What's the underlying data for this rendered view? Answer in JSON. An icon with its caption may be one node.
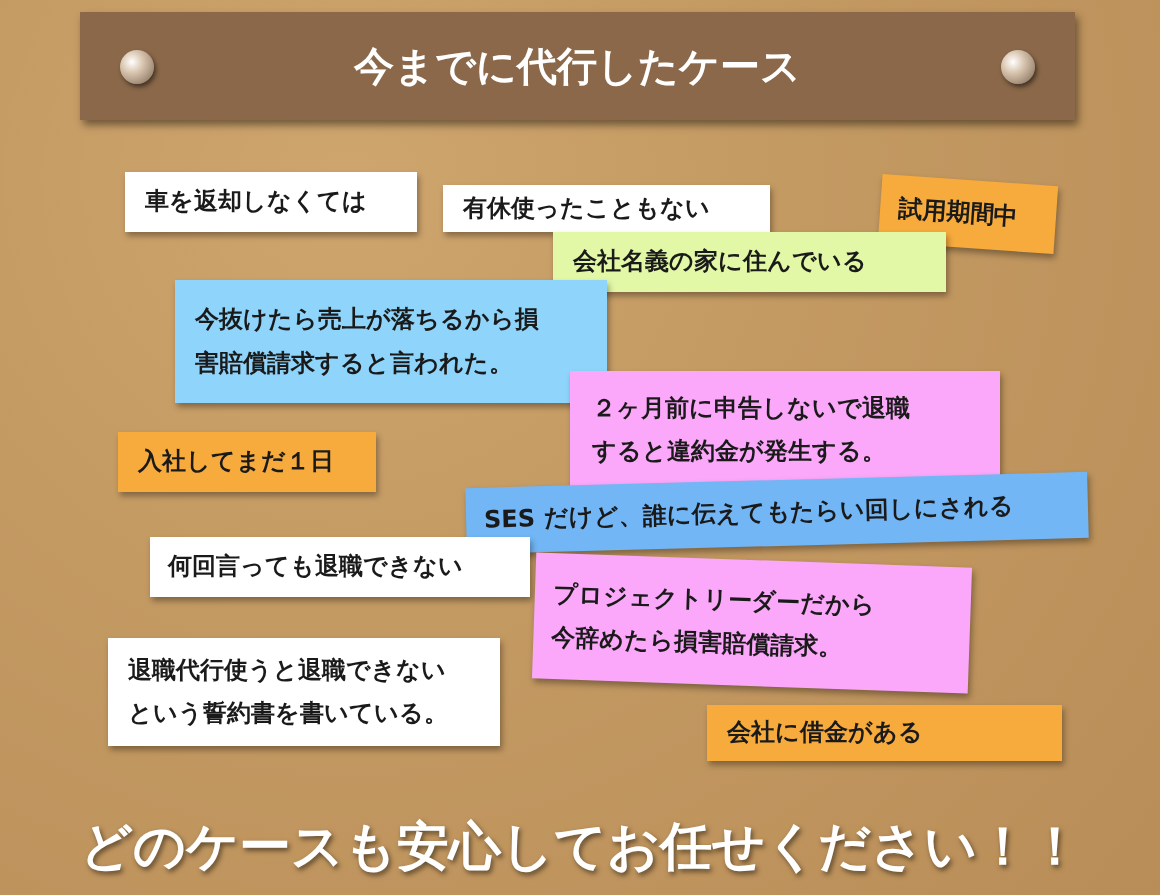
{
  "diagram": {
    "nodes": [
      {
        "text": [
          "今までに代行したケース"
        ]
      },
      {
        "text": [
          "車を返却しなくては"
        ]
      },
      {
        "text": [
          "有休使ったこともない"
        ]
      },
      {
        "text": [
          "試用期間中"
        ]
      },
      {
        "text": [
          "会社名義の家に住んでいる"
        ]
      },
      {
        "text": [
          "今抜けたら売上が落ちるから損害賠償請求すると言われた。"
        ]
      },
      {
        "text": [
          "２ヶ月前に申告しないで退職すると違約金が発生する。"
        ]
      },
      {
        "text": [
          "入社してまだ１日"
        ]
      },
      {
        "text": [
          "SES だけど、誰に伝えてもたらい回しにされる"
        ]
      },
      {
        "text": [
          "何回言っても退職できない"
        ]
      },
      {
        "text": [
          "プロジェクトリーダーだから今辞めたら損害賠償請求。"
        ]
      },
      {
        "text": [
          "退職代行使うと退職できないという誓約書を書いている。"
        ]
      },
      {
        "text": [
          "会社に借金がある"
        ]
      }
    ],
    "labels": [
      "どのケースも安心してお任せください！！"
    ]
  }
}
